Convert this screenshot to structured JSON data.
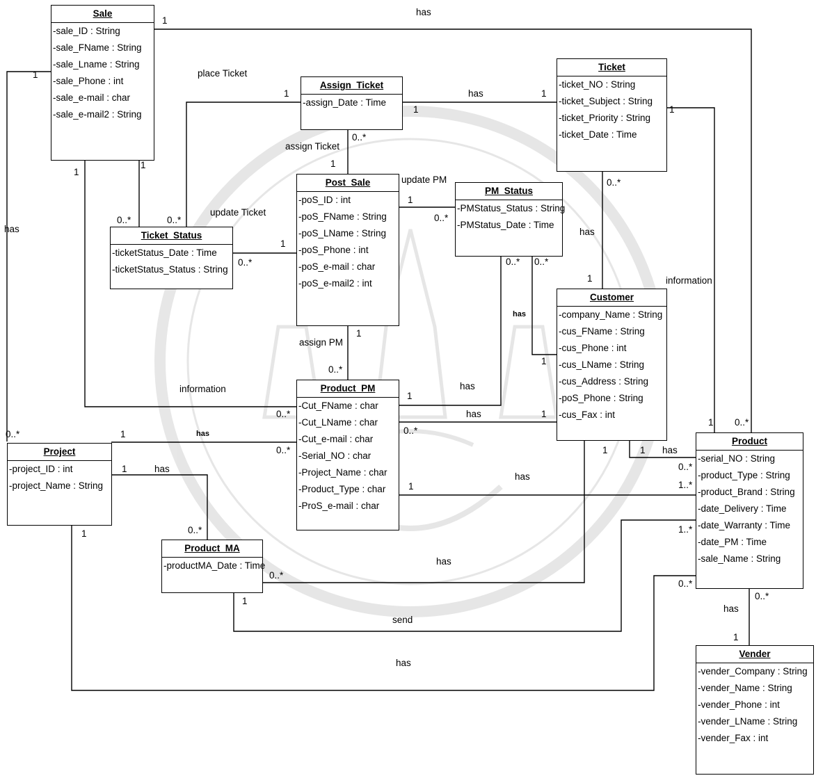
{
  "classes": {
    "sale": {
      "name": "Sale",
      "attributes": [
        "-sale_ID : String",
        "-sale_FName : String",
        "-sale_Lname : String",
        "-sale_Phone : int",
        "-sale_e-mail : char",
        "-sale_e-mail2 : String"
      ]
    },
    "assign_ticket": {
      "name": "Assign_Ticket",
      "attributes": [
        "-assign_Date : Time"
      ]
    },
    "ticket": {
      "name": "Ticket",
      "attributes": [
        "-ticket_NO : String",
        "-ticket_Subject : String",
        "-ticket_Priority : String",
        "-ticket_Date : Time"
      ]
    },
    "post_sale": {
      "name": "Post_Sale",
      "attributes": [
        "-poS_ID : int",
        "-poS_FName : String",
        "-poS_LName : String",
        "-poS_Phone : int",
        "-poS_e-mail : char",
        "-poS_e-mail2 : int"
      ]
    },
    "pm_status": {
      "name": "PM_Status",
      "attributes": [
        "-PMStatus_Status : String",
        "-PMStatus_Date : Time"
      ]
    },
    "ticket_status": {
      "name": "Ticket_Status",
      "attributes": [
        "-ticketStatus_Date : Time",
        "-ticketStatus_Status : String"
      ]
    },
    "customer": {
      "name": "Customer",
      "attributes": [
        "-company_Name : String",
        "-cus_FName : String",
        "-cus_Phone : int",
        "-cus_LName : String",
        "-cus_Address : String",
        "-poS_Phone : String",
        "-cus_Fax : int"
      ]
    },
    "product_pm": {
      "name": "Product_PM",
      "attributes": [
        "-Cut_FName : char",
        "-Cut_LName : char",
        "-Cut_e-mail : char",
        "-Serial_NO : char",
        "-Project_Name : char",
        "-Product_Type : char",
        "-ProS_e-mail : char"
      ]
    },
    "project": {
      "name": "Project",
      "attributes": [
        "-project_ID : int",
        "-project_Name : String"
      ]
    },
    "product": {
      "name": "Product",
      "attributes": [
        "-serial_NO : String",
        "-product_Type : String",
        "-product_Brand : String",
        "-date_Delivery : Time",
        "-date_Warranty : Time",
        "-date_PM : Time",
        "-sale_Name : String"
      ]
    },
    "product_ma": {
      "name": "Product_MA",
      "attributes": [
        "-productMA_Date : Time"
      ]
    },
    "vender": {
      "name": "Vender",
      "attributes": [
        "-vender_Company : String",
        "-vender_Name : String",
        "-vender_Phone : int",
        "-vender_LName : String",
        "-vender_Fax : int"
      ]
    }
  },
  "labels": [
    {
      "id": "has-top",
      "text": "has"
    },
    {
      "id": "one-sale-top",
      "text": "1"
    },
    {
      "id": "place-ticket",
      "text": "place Ticket"
    },
    {
      "id": "one-assign-left",
      "text": "1"
    },
    {
      "id": "has-assign-ticket",
      "text": "has"
    },
    {
      "id": "one-ticket-left",
      "text": "1"
    },
    {
      "id": "one-assign-right",
      "text": "1"
    },
    {
      "id": "one-ticket-right",
      "text": "1"
    },
    {
      "id": "one-sale-left",
      "text": "1"
    },
    {
      "id": "assign-ticket",
      "text": "assign Ticket"
    },
    {
      "id": "many-assign-bottom",
      "text": "0..*"
    },
    {
      "id": "one-postsale-top",
      "text": "1"
    },
    {
      "id": "update-pm",
      "text": "update PM"
    },
    {
      "id": "one-postsale-pm",
      "text": "1"
    },
    {
      "id": "many-pm-left",
      "text": "0..*"
    },
    {
      "id": "many-ticket-bottom",
      "text": "0..*"
    },
    {
      "id": "has-ticket-customer",
      "text": "has"
    },
    {
      "id": "one-customer-top",
      "text": "1"
    },
    {
      "id": "information-right",
      "text": "information"
    },
    {
      "id": "has-left",
      "text": "has"
    },
    {
      "id": "one-sale-bottom",
      "text": "1"
    },
    {
      "id": "one-sale-bottom2",
      "text": "1"
    },
    {
      "id": "many-ts-left",
      "text": "0..*"
    },
    {
      "id": "many-ts-right",
      "text": "0..*"
    },
    {
      "id": "update-ticket",
      "text": "update Ticket"
    },
    {
      "id": "one-postsale-ts",
      "text": "1"
    },
    {
      "id": "many-ts-postsale",
      "text": "0..*"
    },
    {
      "id": "many-pm-bottom1",
      "text": "0..*"
    },
    {
      "id": "many-pm-bottom2",
      "text": "0..*"
    },
    {
      "id": "has-pm-customer",
      "text": "has"
    },
    {
      "id": "one-customer-pm",
      "text": "1"
    },
    {
      "id": "assign-pm",
      "text": "assign PM"
    },
    {
      "id": "one-postsale-bottom",
      "text": "1"
    },
    {
      "id": "many-productpm-top",
      "text": "0..*"
    },
    {
      "id": "information-left",
      "text": "information"
    },
    {
      "id": "has-pm-productpm",
      "text": "has"
    },
    {
      "id": "one-productpm-pm",
      "text": "1"
    },
    {
      "id": "has-customer-productpm",
      "text": "has"
    },
    {
      "id": "one-customer-productpm",
      "text": "1"
    },
    {
      "id": "many-productpm-customer",
      "text": "0..*"
    },
    {
      "id": "many-productpm-left1",
      "text": "0..*"
    },
    {
      "id": "many-productpm-left2",
      "text": "0..*"
    },
    {
      "id": "many-project-top",
      "text": "0..*"
    },
    {
      "id": "one-project-top",
      "text": "1"
    },
    {
      "id": "has-project-productpm",
      "text": "has"
    },
    {
      "id": "one-project-ma",
      "text": "1"
    },
    {
      "id": "has-project-ma",
      "text": "has"
    },
    {
      "id": "many-ma-top",
      "text": "0..*"
    },
    {
      "id": "one-project-bottom",
      "text": "1"
    },
    {
      "id": "one-productpm-product",
      "text": "1"
    },
    {
      "id": "has-productpm-product",
      "text": "has"
    },
    {
      "id": "one-customer-product",
      "text": "1"
    },
    {
      "id": "one-customer-product2",
      "text": "1"
    },
    {
      "id": "has-customer-product",
      "text": "has"
    },
    {
      "id": "many-product-customer",
      "text": "0..*"
    },
    {
      "id": "one-many-product-brand",
      "text": "1..*"
    },
    {
      "id": "one-many-product-warranty",
      "text": "1..*"
    },
    {
      "id": "many-product-bottom-left",
      "text": "0..*"
    },
    {
      "id": "one-product-top",
      "text": "1"
    },
    {
      "id": "many-product-top",
      "text": "0..*"
    },
    {
      "id": "many-ma-right",
      "text": "0..*"
    },
    {
      "id": "has-ma-customer",
      "text": "has"
    },
    {
      "id": "one-ma-bottom",
      "text": "1"
    },
    {
      "id": "send",
      "text": "send"
    },
    {
      "id": "has-project-product",
      "text": "has"
    },
    {
      "id": "many-product-bottom",
      "text": "0..*"
    },
    {
      "id": "has-product-vender",
      "text": "has"
    },
    {
      "id": "one-vender-top",
      "text": "1"
    },
    {
      "id": "has-pm-customer-small",
      "text": "has"
    }
  ]
}
